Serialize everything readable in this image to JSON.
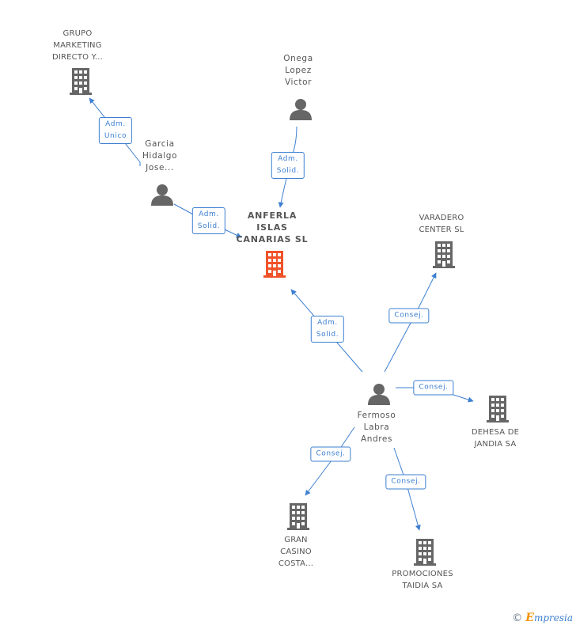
{
  "colors": {
    "edge": "#3d7fd1",
    "icon": "#666666",
    "main_icon": "#f0532a",
    "text": "#555555"
  },
  "nodes": [
    {
      "id": "grupo",
      "type": "company",
      "label": "GRUPO\nMARKETING\nDIRECTO Y..."
    },
    {
      "id": "onega",
      "type": "person",
      "label": "Onega\nLopez\nVictor"
    },
    {
      "id": "garcia",
      "type": "person",
      "label": "Garcia\nHidalgo\nJose..."
    },
    {
      "id": "anferla",
      "type": "main",
      "label": "ANFERLA\nISLAS\nCANARIAS SL"
    },
    {
      "id": "varadero",
      "type": "company",
      "label": "VARADERO\nCENTER SL"
    },
    {
      "id": "fermoso",
      "type": "person",
      "label": "Fermoso\nLabra\nAndres"
    },
    {
      "id": "dehesa",
      "type": "company",
      "label": "DEHESA DE\nJANDIA SA"
    },
    {
      "id": "gran",
      "type": "company",
      "label": "GRAN\nCASINO\nCOSTA..."
    },
    {
      "id": "promociones",
      "type": "company",
      "label": "PROMOCIONES\nTAIDIA SA"
    }
  ],
  "edges": [
    {
      "id": "e1",
      "from": "garcia",
      "to": "grupo",
      "label": "Adm.\nUnico"
    },
    {
      "id": "e2",
      "from": "onega",
      "to": "anferla",
      "label": "Adm.\nSolid."
    },
    {
      "id": "e3",
      "from": "garcia",
      "to": "anferla",
      "label": "Adm.\nSolid."
    },
    {
      "id": "e4",
      "from": "fermoso",
      "to": "anferla",
      "label": "Adm.\nSolid."
    },
    {
      "id": "e5",
      "from": "fermoso",
      "to": "varadero",
      "label": "Consej."
    },
    {
      "id": "e6",
      "from": "fermoso",
      "to": "dehesa",
      "label": "Consej."
    },
    {
      "id": "e7",
      "from": "fermoso",
      "to": "gran",
      "label": "Consej."
    },
    {
      "id": "e8",
      "from": "fermoso",
      "to": "promociones",
      "label": "Consej."
    }
  ],
  "footer": {
    "copyright": "©",
    "brand_initial": "E",
    "brand_rest": "mpresia"
  }
}
